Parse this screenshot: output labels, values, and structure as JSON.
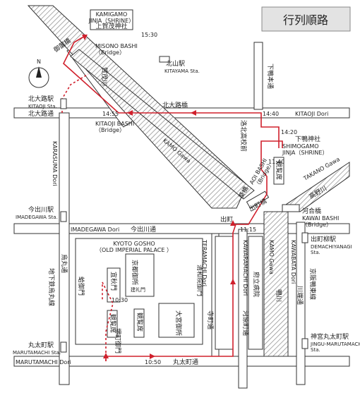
{
  "legend": {
    "title": "行列順路"
  },
  "colors": {
    "route": "#d0202c",
    "ink": "#222222",
    "paper": "#ffffff"
  },
  "labels": {
    "kamigamo_jinja_en": "KAMIGAMO\nJINJA（SHRINE）",
    "kamigamo_jinja_jp": "上賀茂神社",
    "time_1530": "15:30",
    "misono_bashi": "MISONO BASHI\n（Bridge）",
    "misono_bashi_jp": "御薗橋",
    "kitayama_jp": "北山駅",
    "kitayama_sta": "KITAYAMA Sta.",
    "kamo_river_jp_upper": "賀茂川",
    "kitaoji_sta_jp": "北大路駅",
    "kitaoji_sta": "KITAOJI Sta.",
    "kitaoji_dori_jp": "北大路通",
    "time_1455": "14:55",
    "kitaoji_bashi_jp": "北大路橋",
    "time_1440": "14:40",
    "kitaoji_dori": "KITAOJI Dori",
    "shimogamo_hondori_jp": "下鴨本通",
    "kitaoji_bashi": "KITAOJI BASHI\n（Bridge）",
    "rakuhoku_jp": "洛北高校前",
    "time_1420": "14:20",
    "shimogamo_jp": "下鴨神社",
    "shimogamo_en": "SHIMOGAMO\nJINJA（SHRINE）",
    "time_1140": "11:40",
    "kanranseki_jp": "観覧席",
    "takano_gawa": "TAKANO Gawa",
    "takano_gawa_jp": "高野川",
    "kamo_gawa": "KAMO Gawa",
    "karasuma_dori": "KARASUMA Dori",
    "aoi_bashi": "AOI BASHI\n（Bridge）",
    "aoi_bashi_jp": "葵橋",
    "demachi_bashi_jp": "出町橋",
    "kawai_bashi_jp": "河合橋",
    "kawai_bashi": "KAWAI BASHI\n（Bridge）",
    "imadegawa_sta_jp": "今出川駅",
    "imadegawa_sta": "IMADEGAWA Sta.",
    "demachi_jp": "出町",
    "time_1115": "11:15",
    "imadegawa_dori": "IMADEGAWA Dori",
    "imadegawa_dori_jp": "今出川通",
    "demachiyanagi_jp": "出町柳駅",
    "demachiyanagi": "DEMACHIYANAGI\nSta.",
    "kyoto_gosho": "KYOTO GOSHO\n（OLD IMPERIAL PALACE ）",
    "teramachi_dori": "TERAMACHI Dori",
    "kawaramachi_dori": "KAWARAMACHI Dori",
    "kamo_gawa_v": "KAMO Gawa",
    "kawabata_dori": "KAWABATA Dori",
    "karasuma_jp": "烏丸通",
    "hamaguri_jp": "蛤御門",
    "kyoto_gosho_jp": "京都御所",
    "kenreimon_jp": "建礼門",
    "giyuhi_jp": "宜秋門",
    "seiwain_jp": "清和院御門",
    "fudai_jp": "府立病院",
    "kamogawa_jp_lower": "鴨川",
    "kawabata_jp": "川端通",
    "keihan_jp": "京阪鴨東線",
    "chikatetsu_jp": "地下鉄烏丸線",
    "time_1030": "10:30",
    "kanranseki2_jp": "観覧席",
    "kanranseki3_jp": "観覧席",
    "omiya_gosho_jp": "大宮御所",
    "teramachi_jp": "寺町通",
    "kawaramachi_jp": "河原町通",
    "sakaimachi_jp": "堺町御門",
    "marutamachi_sta_jp": "丸太町駅",
    "marutamachi_sta": "MARUTAMACHI Sta.",
    "jingu_marutamachi_jp": "神宮丸太町駅",
    "jingu_marutamachi": "JINGU-MARUTAMACHI\nSta.",
    "time_1050": "10:50",
    "marutamachi_dori_jp": "丸太町通",
    "marutamachi_dori": "MARUTAMACHI Dori",
    "compass_n": "N"
  }
}
